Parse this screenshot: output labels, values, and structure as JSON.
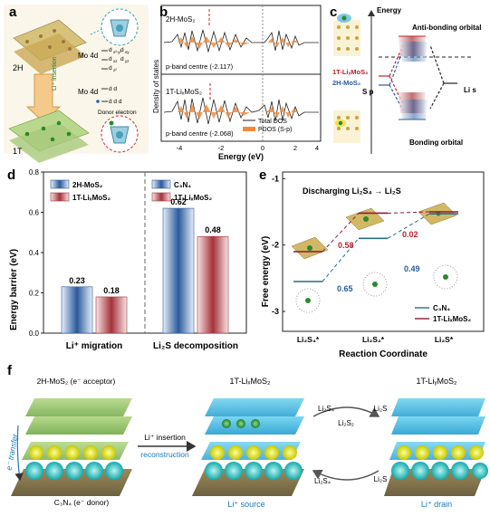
{
  "panels": {
    "a": {
      "label": "a",
      "phase_top": "2H",
      "phase_bottom": "1T",
      "li_insertion": "Li⁺ insertion",
      "mo4d_top": "Mo 4d",
      "orbitals_top": [
        "d",
        "d",
        "d",
        "d",
        "d"
      ],
      "mo4d_bottom": "Mo 4d",
      "donor": "Donor electron",
      "orbital_sub_top": [
        "x²-y²",
        "xy",
        "xz",
        "yz",
        "z²"
      ]
    },
    "b": {
      "label": "b",
      "top_title": "2H-MoS₂",
      "top_note": "p-band centre (-2.117)",
      "bottom_title": "1T-LiₓMoS₂",
      "bottom_note": "p-band centre (-2.068)",
      "legend_total": "Total DOS",
      "legend_pdos": "PDOS (S-p)",
      "xlabel": "Energy (eV)",
      "ylabel": "Density of states",
      "xticks": [
        "-4",
        "-2",
        "0",
        "2",
        "4"
      ]
    },
    "c": {
      "label": "c",
      "energy": "Energy",
      "antibonding": "Anti-bonding orbital",
      "bonding": "Bonding orbital",
      "left1": "1T-LiₓMoS₂",
      "left2": "2H-MoS₂",
      "sp": "S p",
      "lis": "Li s"
    },
    "d": {
      "label": "d",
      "legend1": "2H-MoS₂",
      "legend2": "1T-LiₓMoS₂",
      "legend3": "C₃N₄",
      "legend4": "1T-LiₓMoS₂",
      "xgroup1": "Li⁺ migration",
      "xgroup2": "Li₂S decomposition"
    },
    "e": {
      "label": "e",
      "title": "Discharging Li₂S₄ → Li₂S",
      "legend1": "C₃N₄",
      "legend2": "1T-LiₓMoS₂",
      "annot_red1": "0.58",
      "annot_red2": "0.02",
      "annot_blue1": "0.65",
      "annot_blue2": "0.49"
    },
    "f": {
      "label": "f",
      "top_left": "2H-MoS₂ (e⁻ acceptor)",
      "bottom_left": "C₃N₄ (e⁻ donor)",
      "side": "e⁻ transfer",
      "arrow_top": "Li⁺ insertion",
      "arrow_bottom": "reconstruction",
      "middle_title": "1T-LiₓMoS₂",
      "right_title": "1T-LiᵧMoS₂",
      "li2s4_top": "Li₂S₄",
      "li2s2": "Li₂S₂",
      "li2s_top": "Li₂S",
      "li2s_bottom": "Li₂S",
      "li2s4_bottom": "Li₂S₄",
      "source": "Li⁺ source",
      "drain": "Li⁺ drain"
    }
  },
  "chart_data": [
    {
      "type": "bar",
      "title": "",
      "ylabel": "Energy barrier (eV)",
      "ylim": [
        0,
        0.8
      ],
      "yticks": [
        "0.0",
        "0.2",
        "0.4",
        "0.6",
        "0.8"
      ],
      "categories": [
        "Li⁺ migration",
        "Li₂S decomposition"
      ],
      "series": [
        {
          "name": "2H-MoS₂ / C₃N₄",
          "values": [
            0.23,
            0.62
          ],
          "color": "#2a5b9c"
        },
        {
          "name": "1T-LiₓMoS₂",
          "values": [
            0.18,
            0.48
          ],
          "color": "#a5323a"
        }
      ],
      "value_labels": [
        "0.23",
        "0.18",
        "0.62",
        "0.48"
      ]
    },
    {
      "type": "line",
      "title": "Discharging Li₂S₄ → Li₂S",
      "xlabel": "Reaction Coordinate",
      "ylabel": "Free energy (eV)",
      "categories": [
        "Li₂S₄*",
        "Li₂S₂*",
        "Li₂S*"
      ],
      "ylim": [
        -3.3,
        -0.9
      ],
      "yticks": [
        "-1",
        "-2",
        "-3"
      ],
      "series": [
        {
          "name": "C₃N₄",
          "values": [
            -2.55,
            -1.9,
            -1.53
          ],
          "color": "#2a6f7e"
        },
        {
          "name": "1T-LiₓMoS₂",
          "values": [
            -2.1,
            -1.52,
            -1.5
          ],
          "color": "#8b1a3a"
        }
      ]
    }
  ]
}
